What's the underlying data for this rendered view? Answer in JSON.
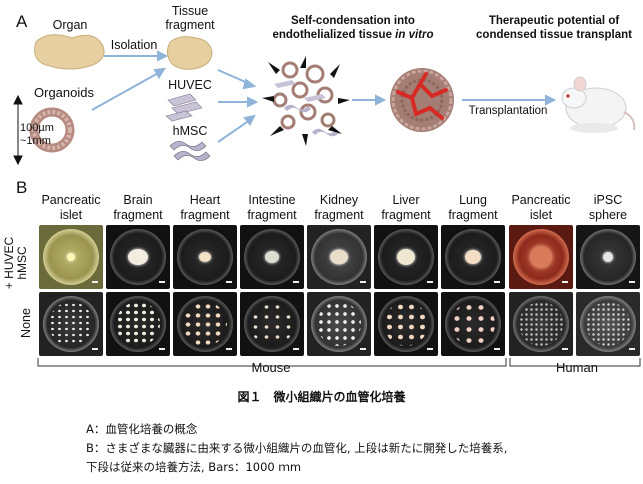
{
  "panel_a": {
    "letter": "A",
    "organ": "Organ",
    "organoids": "Organoids",
    "size_range": [
      "100µm",
      "~1mm"
    ],
    "isolation": "Isolation",
    "tissue_fragment": [
      "Tissue",
      "fragment"
    ],
    "huvec": "HUVEC",
    "hmsc": "hMSC",
    "self_condensation": [
      "Self-condensation into",
      "endothelialized tissue "
    ],
    "in_vitro": "in vitro",
    "therapeutic": [
      "Therapeutic potential of",
      "condensed tissue transplant"
    ],
    "transplantation": "Transplantation"
  },
  "panel_b": {
    "letter": "B",
    "row_labels": {
      "top_line1": "+ HUVEC",
      "top_line2": "hMSC",
      "bottom": "None"
    },
    "columns": [
      {
        "line1": "Pancreatic",
        "line2": "islet"
      },
      {
        "line1": "Brain",
        "line2": "fragment"
      },
      {
        "line1": "Heart",
        "line2": "fragment"
      },
      {
        "line1": "Intestine",
        "line2": "fragment"
      },
      {
        "line1": "Kidney",
        "line2": "fragment"
      },
      {
        "line1": "Liver",
        "line2": "fragment"
      },
      {
        "line1": "Lung",
        "line2": "fragment"
      },
      {
        "line1": "Pancreatic",
        "line2": "islet"
      },
      {
        "line1": "iPSC",
        "line2": "sphere"
      }
    ],
    "group_mouse": "Mouse",
    "group_human": "Human"
  },
  "figure_title": "図１　微小組織片の血管化培養",
  "caption_lines": [
    "A：血管化培養の概念",
    "B：さまざまな臓器に由来する微小組織片の血管化, 上段は新たに開発した培養系,",
    "下段は従来の培養方法, Bars：1000 ｍm"
  ],
  "colors": {
    "arrow": "#8fb3d9",
    "organ": "#e6cfa1",
    "vessel_red": "#d82a25",
    "tissue_brown": "#a47e74"
  }
}
